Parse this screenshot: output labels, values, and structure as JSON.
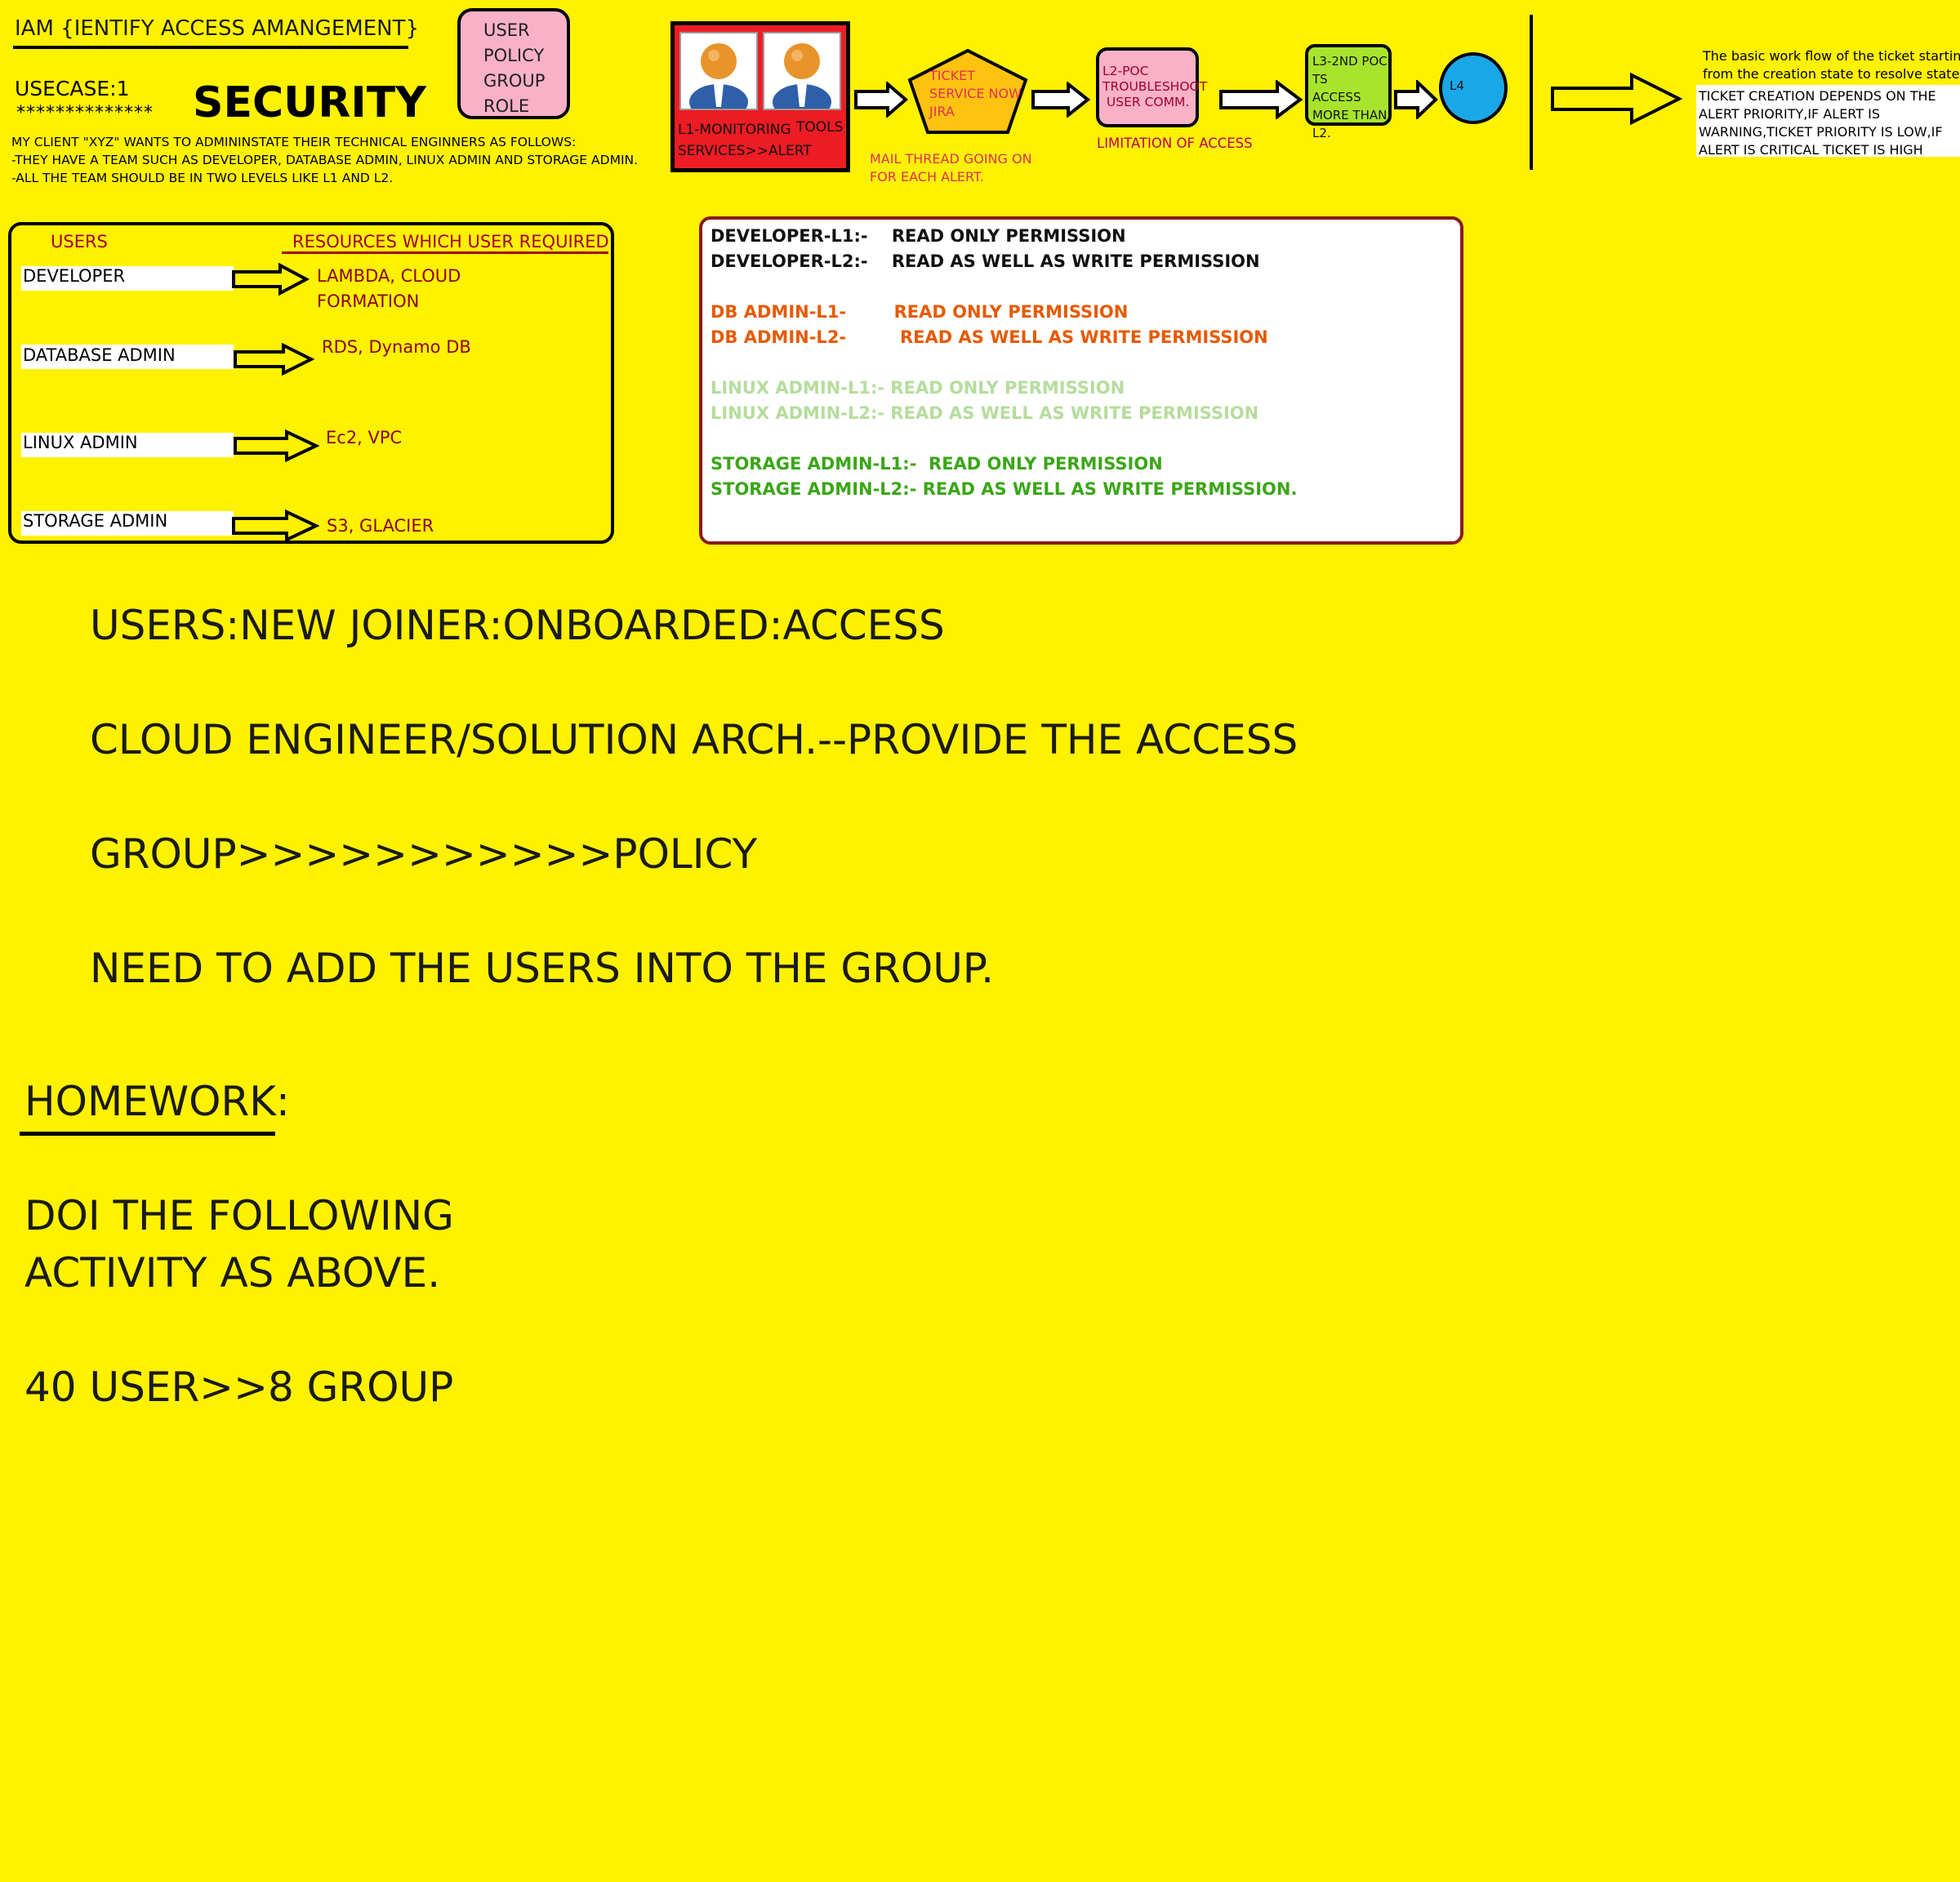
{
  "header": {
    "title": "IAM {IENTIFY ACCESS AMANGEMENT}",
    "usecase": "USECASE:1",
    "stars": "**************",
    "security": "SECURITY",
    "description": "MY CLIENT \"XYZ\" WANTS TO ADMININSTATE THEIR TECHNICAL ENGINNERS AS FOLLOWS:\n-THEY HAVE A TEAM SUCH AS DEVELOPER, DATABASE ADMIN, LINUX ADMIN AND STORAGE ADMIN.\n-ALL THE TEAM SHOULD BE IN TWO LEVELS LIKE L1 AND L2."
  },
  "concepts": [
    "USER",
    "POLICY",
    "GROUP",
    "ROLE"
  ],
  "flow": {
    "l1_label": "L1-MONITORING",
    "tools": "TOOLS",
    "l1_services": "SERVICES>>ALERT",
    "ticket": "TICKET\nSERVICE NOW\nJIRA",
    "mail_note": "MAIL THREAD GOING ON\nFOR EACH ALERT.",
    "l2": "L2-POC\nTROUBLESHOOT\n USER COMM.",
    "limitation": "LIMITATION OF ACCESS",
    "l3": "L3-2ND POC\nTS\nACCESS\nMORE THAN\nL2.",
    "l4": "L4",
    "workflow_note": "The basic work flow of the ticket starting\nfrom the creation state to resolve state.",
    "priority_note": "TICKET CREATION DEPENDS ON THE\nALERT PRIORITY,IF ALERT IS\nWARNING,TICKET PRIORITY IS LOW,IF\nALERT IS CRITICAL TICKET IS HIGH"
  },
  "users_table": {
    "users_header": "USERS",
    "resources_header": "RESOURCES WHICH USER REQUIRED",
    "rows": [
      {
        "user": "DEVELOPER",
        "resources": "LAMBDA, CLOUD\nFORMATION"
      },
      {
        "user": "DATABASE ADMIN",
        "resources": "RDS, Dynamo DB"
      },
      {
        "user": "LINUX ADMIN",
        "resources": "Ec2, VPC"
      },
      {
        "user": "STORAGE ADMIN",
        "resources": "S3, GLACIER"
      }
    ]
  },
  "permissions": [
    {
      "text": "DEVELOPER-L1:-    READ ONLY PERMISSION",
      "color": "#111111"
    },
    {
      "text": "DEVELOPER-L2:-    READ AS WELL AS WRITE PERMISSION",
      "color": "#111111"
    },
    {
      "text": "DB ADMIN-L1-        READ ONLY PERMISSION",
      "color": "#E65A00"
    },
    {
      "text": "DB ADMIN-L2-         READ AS WELL AS WRITE PERMISSION",
      "color": "#E65A00"
    },
    {
      "text": "LINUX ADMIN-L1:- READ ONLY PERMISSION",
      "color": "#B5DD9C"
    },
    {
      "text": "LINUX ADMIN-L2:- READ AS WELL AS WRITE PERMISSION",
      "color": "#B5DD9C"
    },
    {
      "text": "STORAGE ADMIN-L1:-  READ ONLY PERMISSION",
      "color": "#3AA617"
    },
    {
      "text": "STORAGE ADMIN-L2:- READ AS WELL AS WRITE PERMISSION.",
      "color": "#3AA617"
    }
  ],
  "notes": {
    "line1": "USERS:NEW JOINER:ONBOARDED:ACCESS",
    "line2": "CLOUD ENGINEER/SOLUTION ARCH.--PROVIDE THE ACCESS",
    "line3": "GROUP>>>>>>>>>>>POLICY",
    "line4": "NEED TO ADD THE USERS INTO THE GROUP.",
    "homework": "HOMEWORK:",
    "hw1": "DOI THE FOLLOWING",
    "hw2": "ACTIVITY AS ABOVE.",
    "hw3": "40 USER>>8 GROUP"
  },
  "colors": {
    "background": "#FFF200",
    "l1_box": "#EE1C24",
    "ticket_shape": "#FFC20E",
    "l2_box": "#F9B1C8",
    "l3_box": "#A8E42C",
    "l4_circle": "#1AA7E8",
    "dark_red": "#A3002A"
  }
}
